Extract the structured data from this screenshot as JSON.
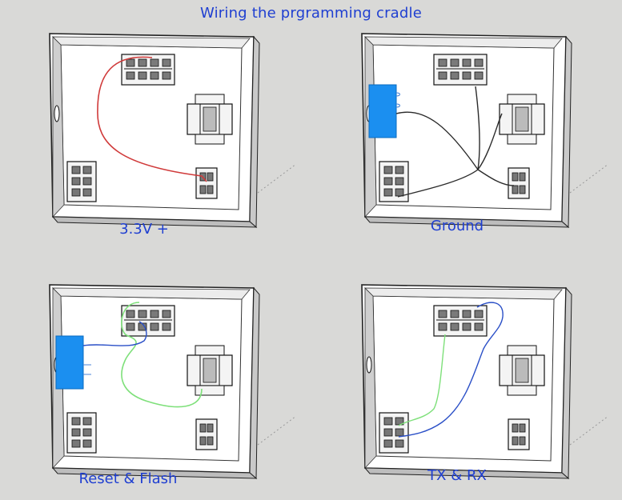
{
  "title": "Wiring the prgramming cradle",
  "panels": [
    {
      "id": "top-left",
      "caption": "3.3V +"
    },
    {
      "id": "top-right",
      "caption": "Ground"
    },
    {
      "id": "bottom-left",
      "caption": "Reset & Flash"
    },
    {
      "id": "bottom-right",
      "caption": "TX & RX"
    }
  ],
  "colors": {
    "caption_text": "#1f3fd1",
    "wire_red": "#d03a3a",
    "wire_black": "#2b2b2b",
    "wire_green": "#7ee07a",
    "wire_blue": "#2a4fc7",
    "module_blue": "#1b8ff0",
    "background": "#d9d9d7"
  },
  "icons": [
    "cradle-box",
    "header-connector",
    "usb-module"
  ]
}
